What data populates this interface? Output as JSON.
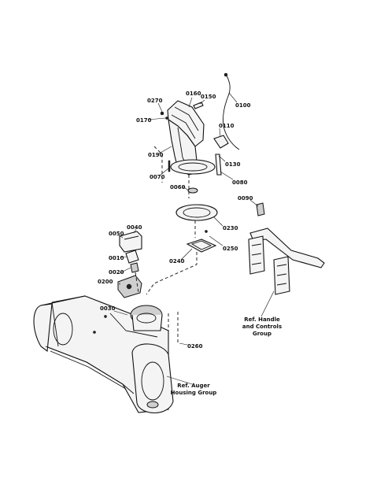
{
  "callouts": {
    "c0270": "0270",
    "c0160": "0160",
    "c0150": "0150",
    "c0100": "0100",
    "c0170": "0170",
    "c0110": "0110",
    "c0190": "0190",
    "c0130": "0130",
    "c0080": "0080",
    "c0070": "0070",
    "c0060": "0060",
    "c0090": "0090",
    "c0230": "0230",
    "c0050": "0050",
    "c0040": "0040",
    "c0250": "0250",
    "c0240": "0240",
    "c0010": "0010",
    "c0020": "0020",
    "c0200": "0200",
    "c0030": "0030",
    "c0260": "0260"
  },
  "references": {
    "handle": [
      "Ref. Handle",
      "and Controls",
      "Group"
    ],
    "auger": [
      "Ref. Auger",
      "Housing Group"
    ]
  }
}
